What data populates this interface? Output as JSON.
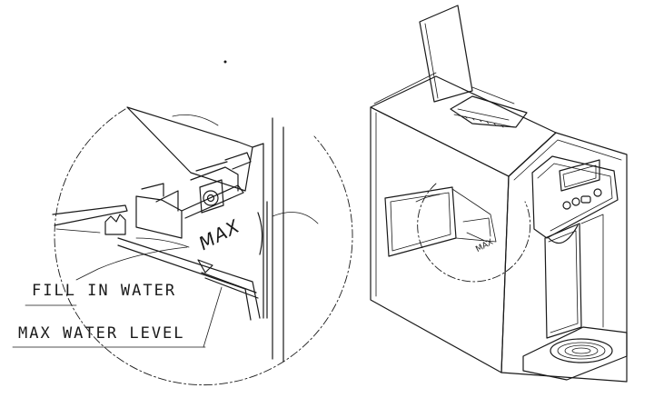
{
  "annotations": {
    "fill_label": "FILL IN WATER",
    "max_level_label": "MAX WATER LEVEL",
    "max_mark_large": "MAX",
    "max_mark_small": "MAX"
  },
  "colors": {
    "line": "#1a1a1a",
    "background": "#ffffff"
  }
}
